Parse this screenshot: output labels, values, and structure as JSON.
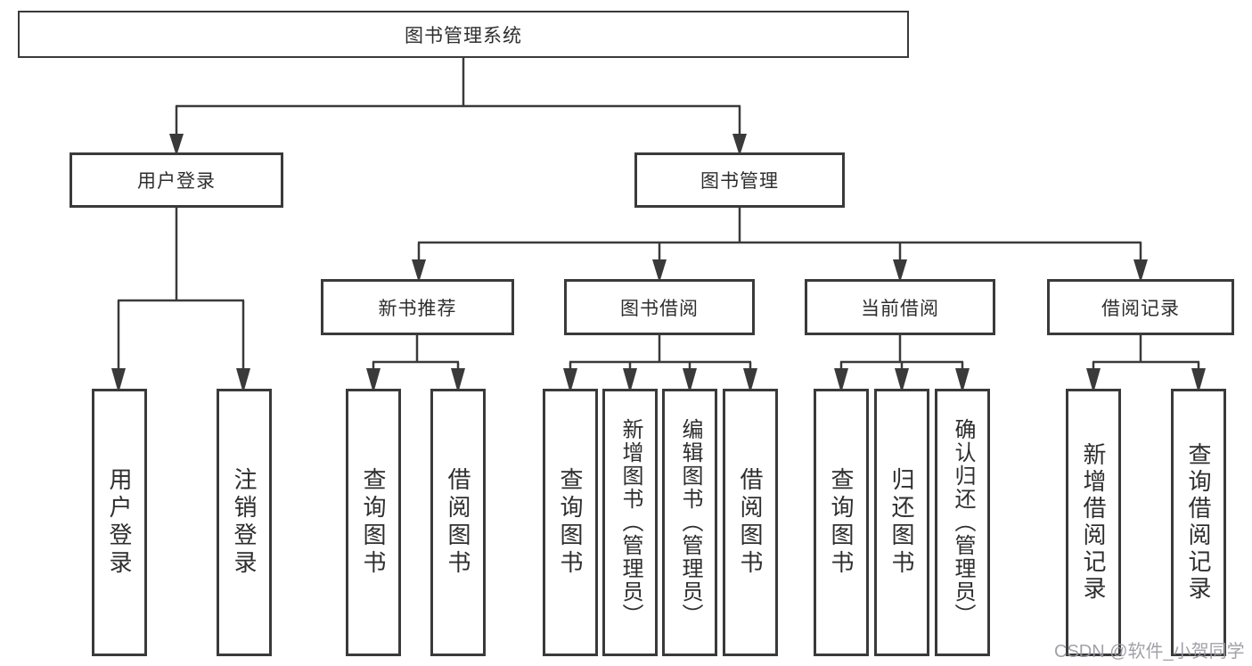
{
  "diagram": {
    "root": {
      "label": "图书管理系统",
      "children": [
        {
          "label": "用户登录",
          "children": [
            {
              "label": "用户登录"
            },
            {
              "label": "注销登录"
            }
          ]
        },
        {
          "label": "图书管理",
          "children": [
            {
              "label": "新书推荐",
              "children": [
                {
                  "label": "查询图书"
                },
                {
                  "label": "借阅图书"
                }
              ]
            },
            {
              "label": "图书借阅",
              "children": [
                {
                  "label": "查询图书"
                },
                {
                  "label": "新增图书（管理员）"
                },
                {
                  "label": "编辑图书（管理员）"
                },
                {
                  "label": "借阅图书"
                }
              ]
            },
            {
              "label": "当前借阅",
              "children": [
                {
                  "label": "查询图书"
                },
                {
                  "label": "归还图书"
                },
                {
                  "label": "确认归还（管理员）"
                }
              ]
            },
            {
              "label": "借阅记录",
              "children": [
                {
                  "label": "新增借阅记录"
                },
                {
                  "label": "查询借阅记录"
                }
              ]
            }
          ]
        }
      ]
    }
  },
  "watermark": "CSDN @软件_小贺同学",
  "colors": {
    "line": "#3a3a3a",
    "text": "#2e2e2e",
    "background": "#ffffff",
    "watermark": "#9a9aa2"
  }
}
